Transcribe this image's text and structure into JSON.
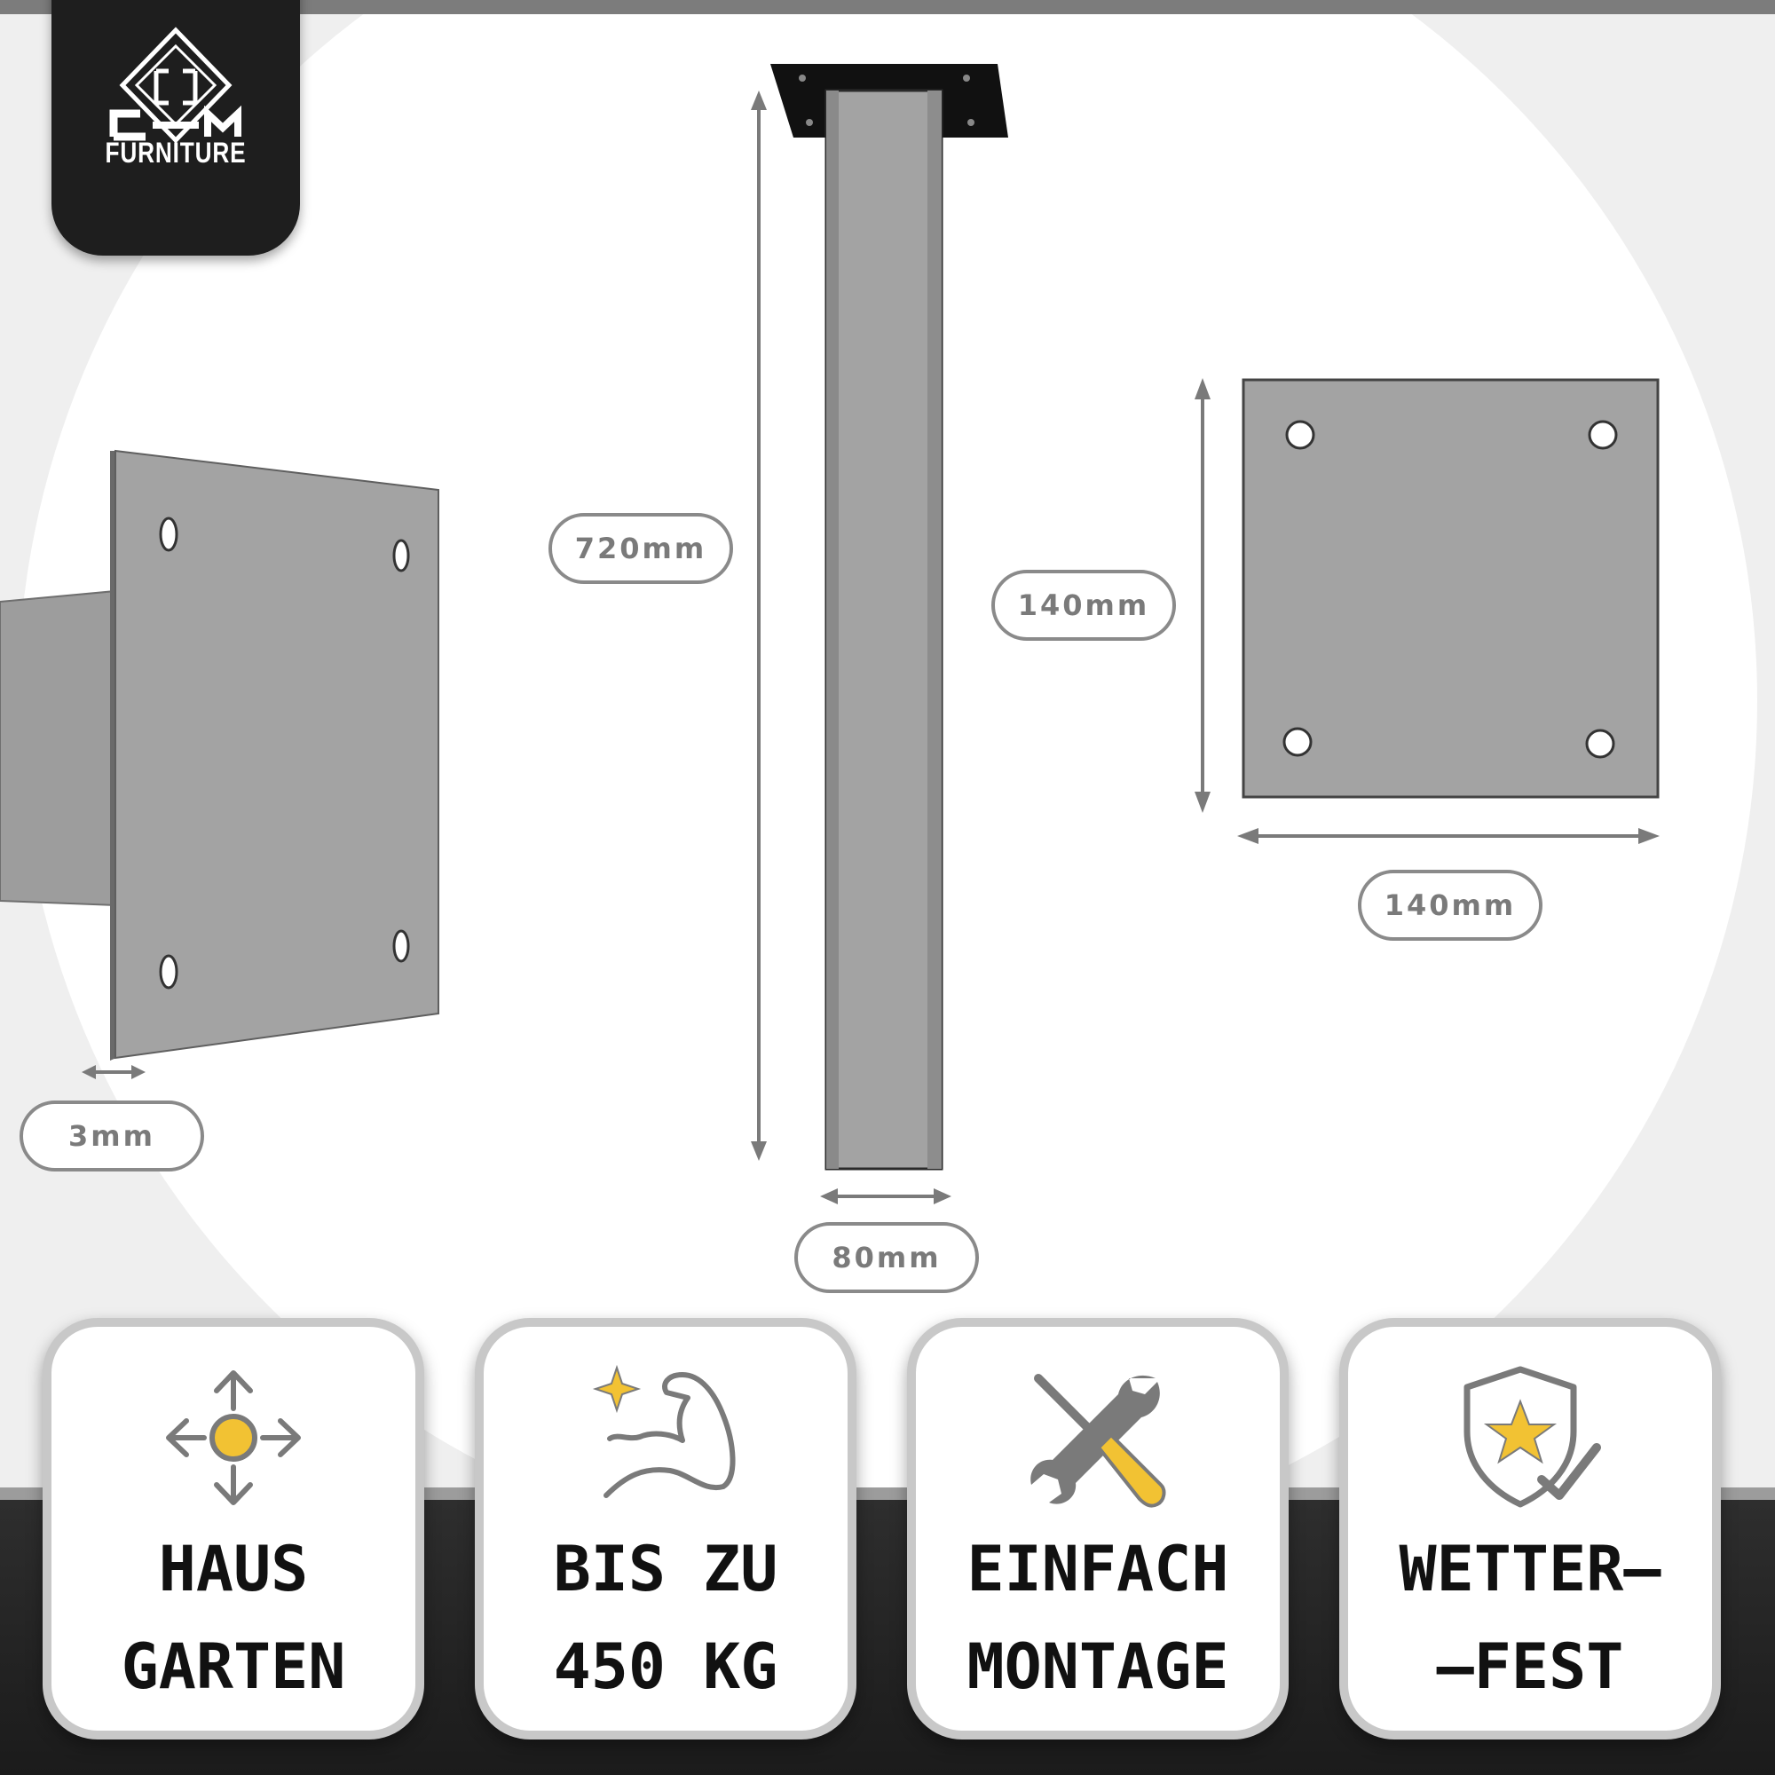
{
  "brand": {
    "name": "FURNITURE",
    "logo_icon": "cm-diamond-logo-icon"
  },
  "dimensions": {
    "plate_thickness": "3mm",
    "leg_height": "720mm",
    "leg_width": "80mm",
    "plate_height": "140mm",
    "plate_width": "140mm"
  },
  "features": [
    {
      "icon": "move-arrows-icon",
      "line1": "HAUS",
      "line2": "GARTEN"
    },
    {
      "icon": "flexed-arm-icon",
      "line1": "BIS ZU",
      "line2": "450 KG"
    },
    {
      "icon": "tools-icon",
      "line1": "EINFACH",
      "line2": "MONTAGE"
    },
    {
      "icon": "shield-check-icon",
      "line1": "WETTER–",
      "line2": "–FEST"
    }
  ],
  "colors": {
    "steel": "#a3a3a3",
    "steel_dark": "#8e8e8e",
    "accent_gold": "#f2c233",
    "dark": "#1e1e1e"
  }
}
